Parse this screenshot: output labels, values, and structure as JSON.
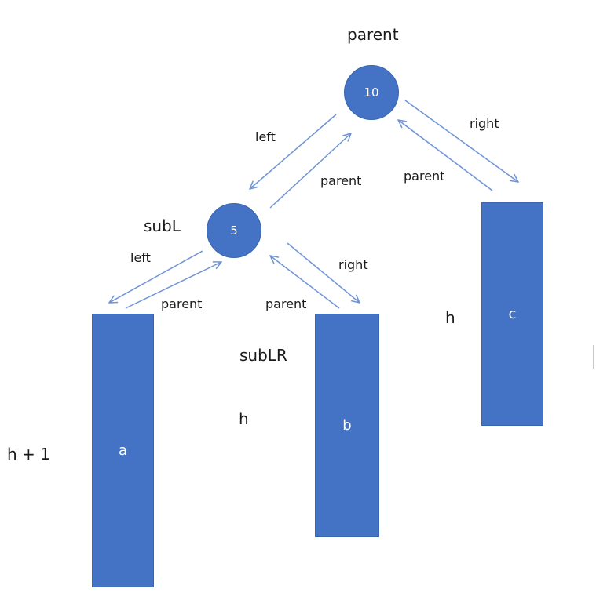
{
  "nodes": {
    "root": {
      "value": "10",
      "label": "parent"
    },
    "subl": {
      "value": "5",
      "label": "subL"
    }
  },
  "subtrees": {
    "a": {
      "name": "a",
      "height_label": "h + 1"
    },
    "b": {
      "name": "b",
      "height_label": "h",
      "label": "subLR"
    },
    "c": {
      "name": "c",
      "height_label": "h"
    }
  },
  "edge_labels": {
    "left": "left",
    "right": "right",
    "parent": "parent"
  },
  "colors": {
    "fill": "#4472c4",
    "arrow": "#6f94d6",
    "text": "#1a1a1a"
  }
}
